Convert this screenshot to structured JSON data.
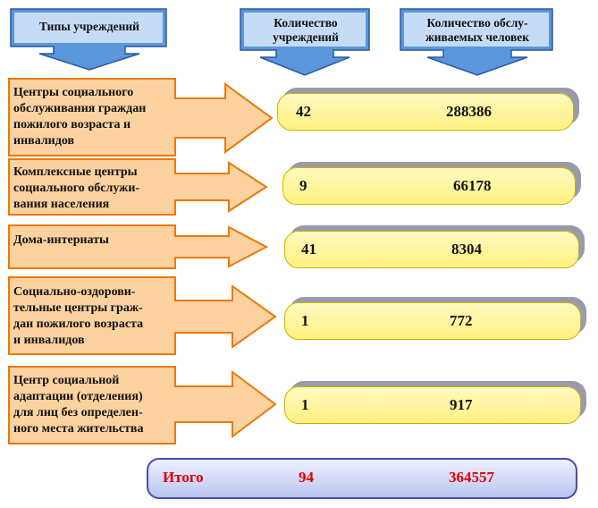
{
  "headers": {
    "types": "Типы учреждений",
    "count": "Количество\nучреждений",
    "served": "Количество обслу-\nживаемых человек"
  },
  "rows": [
    {
      "label": "Центры социального\nобслуживания граждан\nпожилого возраста и\nинвалидов",
      "count": "42",
      "people": "288386"
    },
    {
      "label": "Комплексные центры\nсоциального обслужи-\nвания населения",
      "count": "9",
      "people": "66178"
    },
    {
      "label": "Дома-интернаты",
      "count": "41",
      "people": "8304"
    },
    {
      "label": "Социально-оздорови-\nтельные центры граж-\nдан пожилого возраста\nи инвалидов",
      "count": "1",
      "people": "772"
    },
    {
      "label": "Центр социальной\nадаптации (отделения)\nдля лиц без определен-\nного места жительства",
      "count": "1",
      "people": "917"
    }
  ],
  "total": {
    "label": "Итого",
    "count": "94",
    "people": "364557"
  },
  "colors": {
    "header_fill": "#5a96dc",
    "arrow_fill": "#fcd2a0",
    "arrow_border": "#f07800",
    "pill_fill": "#fff080",
    "total_text": "#e00000"
  }
}
